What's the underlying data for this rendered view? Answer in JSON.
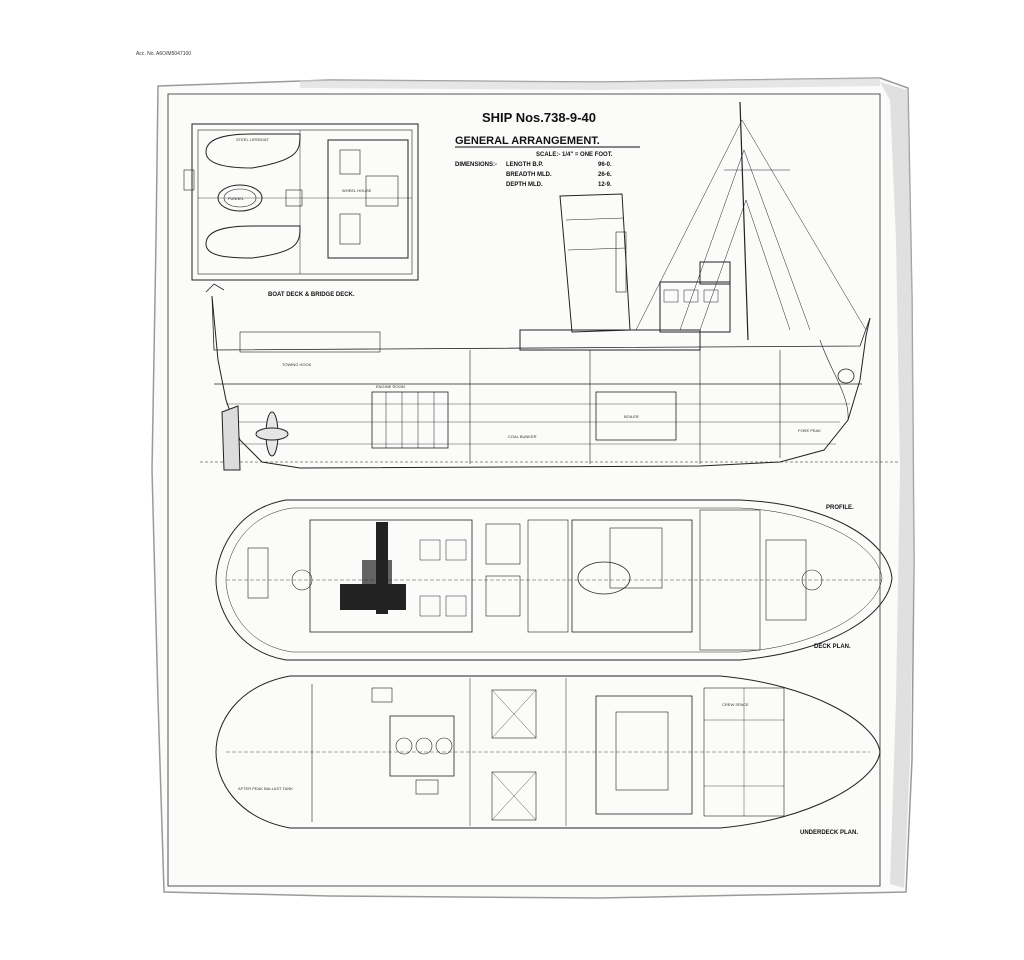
{
  "acc_no": "Acc. No. A6O/M5047100",
  "title_block": {
    "ship": "SHIP Nos.738-9-40",
    "heading": "GENERAL ARRANGEMENT.",
    "scale": "SCALE:- 1/4\" = ONE FOOT.",
    "dimensions_label": "DIMENSIONS:-",
    "dimensions": [
      {
        "label": "LENGTH B.P.",
        "value": "96-0."
      },
      {
        "label": "BREADTH MLD.",
        "value": "26-6."
      },
      {
        "label": "DEPTH MLD.",
        "value": "12-9."
      }
    ]
  },
  "views": {
    "boat_deck": "BOAT DECK & BRIDGE DECK.",
    "profile": "PROFILE.",
    "deck_plan": "DECK PLAN.",
    "underdeck_plan": "UNDERDECK PLAN."
  },
  "annotations": {
    "boiler": "BOILER",
    "funnel": "FUNNEL",
    "steel_lifeboat": "STEEL LIFEBOAT",
    "tow_hook": "TOWING HOOK",
    "engine_room": "ENGINE ROOM",
    "coal_bunker": "COAL BUNKER",
    "fore_peak": "FORE PEAK",
    "after_peak": "AFTER PEAK BALLAST TANK",
    "crew_space": "CREW SPACE",
    "wheel_house": "WHEEL HOUSE"
  },
  "colors": {
    "paper": "#ffffff",
    "ink": "#111111",
    "frame": "#555555"
  }
}
